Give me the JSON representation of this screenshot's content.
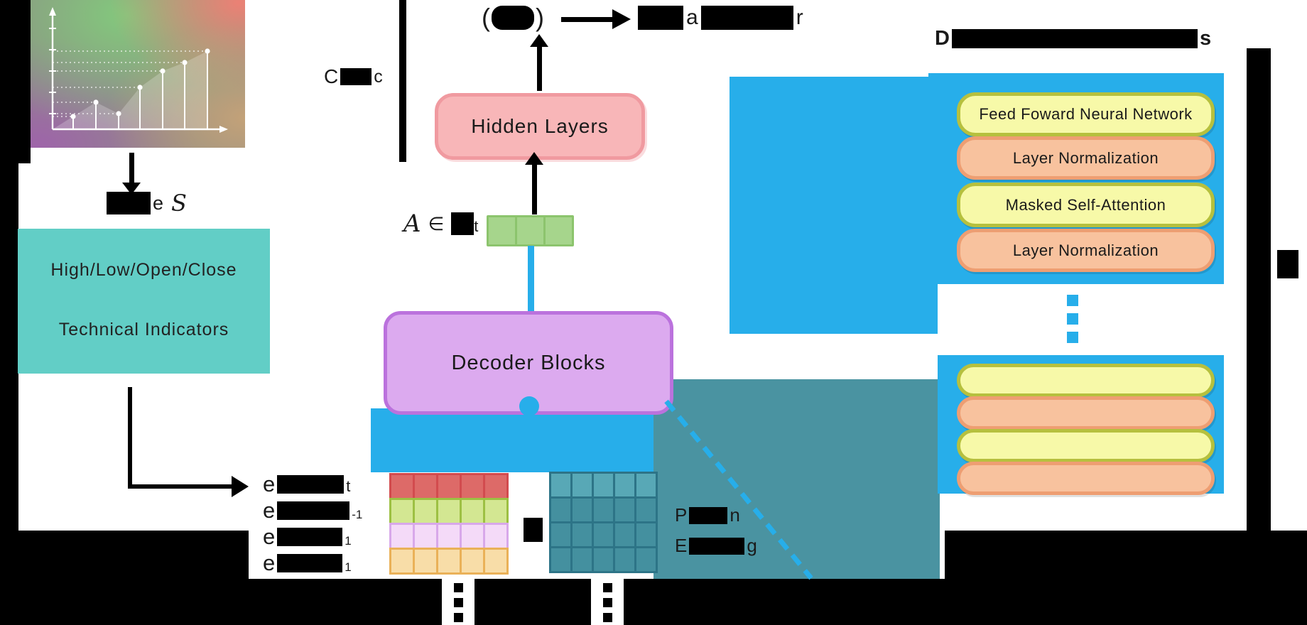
{
  "colors": {
    "accent_blue": "#27aeea",
    "teal_input_box": "#62cec6",
    "dark_teal_panel": "#4a93a1",
    "decoder_purple_fill": "#dcaaef",
    "decoder_purple_border": "#bb72dd",
    "hidden_pink_fill": "#f8b6b8",
    "action_green_fill": "#a6d58c",
    "pill_yellow": "#f7f9a8",
    "pill_peach": "#f8c29e"
  },
  "top_flow": {
    "critic_first": "C",
    "critic_last": "c",
    "paren_open": "(",
    "paren_close": ")",
    "action_letter_a": "a",
    "action_letter_r": "r"
  },
  "right_title": {
    "first": "D",
    "last": "s"
  },
  "state": {
    "letter": "e",
    "symbol": "S"
  },
  "input_box": {
    "line1": "High/Low/Open/Close",
    "line2": "Technical Indicators"
  },
  "action_eq": {
    "set_symbol": "A",
    "element_of": "∈",
    "subscript": "t"
  },
  "hidden_layers_label": "Hidden Layers",
  "decoder_blocks_label": "Decoder Blocks",
  "decoder_detail": {
    "pills": [
      {
        "label": "Feed Foward Neural Network",
        "style": "yellow"
      },
      {
        "label": "Layer Normalization",
        "style": "peach"
      },
      {
        "label": "Masked Self-Attention",
        "style": "yellow"
      },
      {
        "label": "Layer Normalization",
        "style": "peach"
      }
    ]
  },
  "embedding_labels": [
    {
      "letter": "e",
      "subscript": "t"
    },
    {
      "letter": "e",
      "subscript": "-1"
    },
    {
      "letter": "e",
      "subscript": "1"
    },
    {
      "letter": "e",
      "subscript": "1"
    }
  ],
  "position_embedding": {
    "line1_first": "P",
    "line1_last": "n",
    "line2_first": "E",
    "line2_last": "g"
  }
}
